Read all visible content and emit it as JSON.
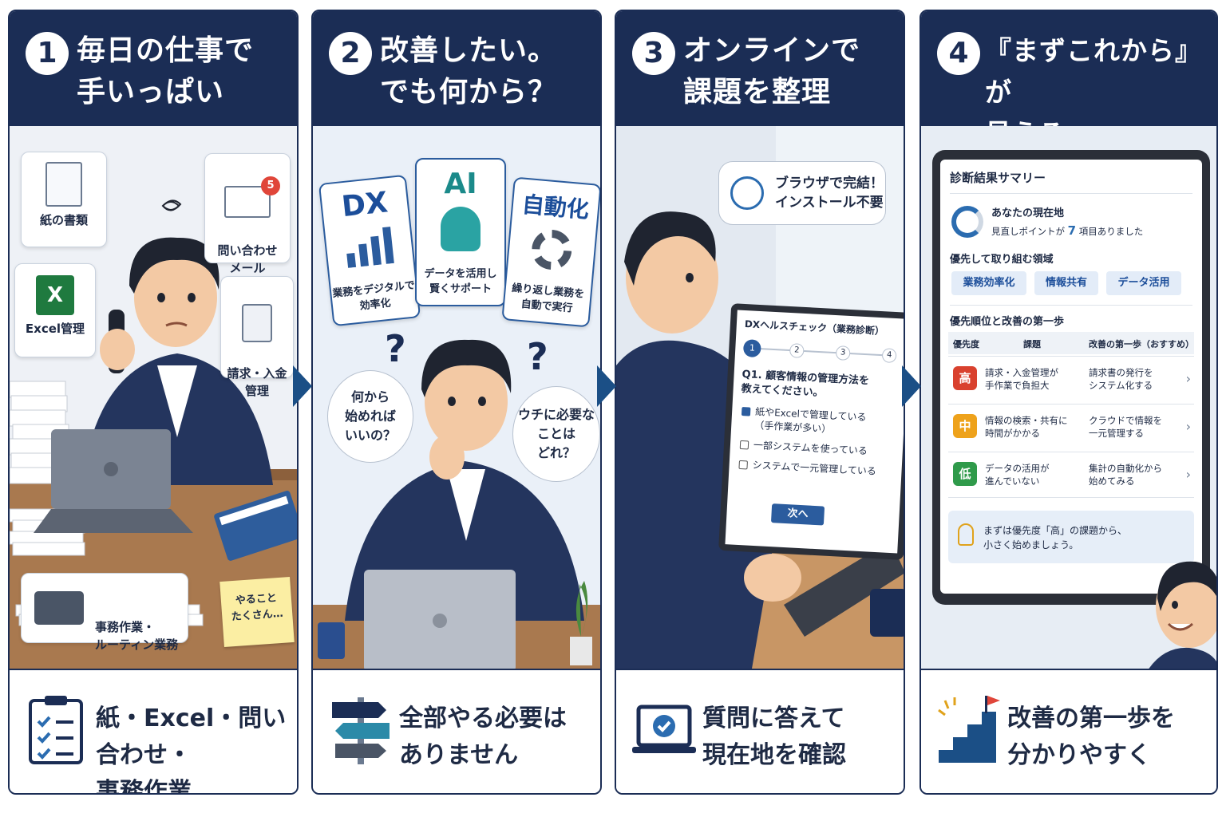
{
  "panels": [
    {
      "number": "1",
      "title": "毎日の仕事で\n手いっぱい",
      "footer": "紙・Excel・問い合わせ・\n事務作業…",
      "cards": {
        "paper": "紙の書類",
        "mail": "問い合わせ\nメール",
        "mail_badge": "5",
        "excel": "Excel管理",
        "billing": "請求・入金\n管理",
        "office": "事務作業・\nルーティン業務",
        "sticky": "やること\nたくさん…"
      }
    },
    {
      "number": "2",
      "title": "改善したい。\nでも何から？",
      "footer": "全部やる必要は\nありません",
      "cards": [
        {
          "big": "DX",
          "small": "業務をデジタルで\n効率化"
        },
        {
          "big": "AI",
          "small": "データを活用し\n賢くサポート"
        },
        {
          "big": "自動化",
          "small": "繰り返し業務を\n自動で実行"
        }
      ],
      "bubbles": {
        "left": "何から\n始めれば\nいいの？",
        "right": "ウチに必要な\nことは\nどれ？"
      }
    },
    {
      "number": "3",
      "title": "オンラインで\n課題を整理",
      "footer": "質問に答えて\n現在地を確認",
      "bubble": "ブラウザで完結！\nインストール不要",
      "screen": {
        "title": "DXヘルスチェック（業務診断）",
        "steps": [
          "1",
          "2",
          "3",
          "4"
        ],
        "question": "Q1. 顧客情報の管理方法を\n教えてください。",
        "options": [
          {
            "label": "紙やExcelで管理している\n（手作業が多い）",
            "checked": true
          },
          {
            "label": "一部システムを使っている",
            "checked": false
          },
          {
            "label": "システムで一元管理している",
            "checked": false
          }
        ],
        "next": "次へ"
      }
    },
    {
      "number": "4",
      "title": "『まずこれから』が\n見える",
      "footer": "改善の第一歩を\n分かりやすく",
      "screen": {
        "summary_title": "診断結果サマリー",
        "position_label": "あなたの現在地",
        "points_prefix": "見直しポイントが ",
        "points_count": "7",
        "points_suffix": " 項目ありました",
        "focus_title": "優先して取り組む領域",
        "chips": [
          "業務効率化",
          "情報共有",
          "データ活用"
        ],
        "table_title": "優先順位と改善の第一歩",
        "headers": [
          "優先度",
          "課題",
          "改善の第一歩（おすすめ）"
        ],
        "rows": [
          {
            "level": "高",
            "color": "#d9412e",
            "issue": "請求・入金管理が\n手作業で負担大",
            "step": "請求書の発行を\nシステム化する"
          },
          {
            "level": "中",
            "color": "#eea21b",
            "issue": "情報の検索・共有に\n時間がかかる",
            "step": "クラウドで情報を\n一元管理する"
          },
          {
            "level": "低",
            "color": "#2f9a4a",
            "issue": "データの活用が\n進んでいない",
            "step": "集計の自動化から\n始めてみる"
          }
        ],
        "tip": "まずは優先度「高」の課題から、\n小さく始めましょう。"
      }
    }
  ]
}
